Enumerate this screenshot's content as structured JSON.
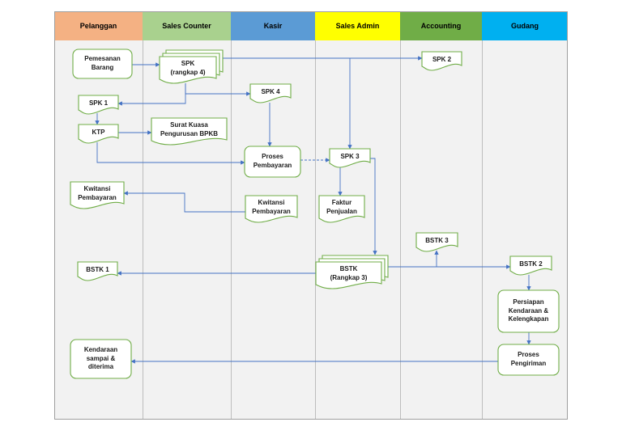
{
  "lanes": [
    {
      "id": "pelanggan",
      "label": "Pelanggan",
      "color": "#f4b183"
    },
    {
      "id": "sales_counter",
      "label": "Sales Counter",
      "color": "#a9d18e"
    },
    {
      "id": "kasir",
      "label": "Kasir",
      "color": "#5b9bd5"
    },
    {
      "id": "sales_admin",
      "label": "Sales Admin",
      "color": "#ffff00"
    },
    {
      "id": "accounting",
      "label": "Accounting",
      "color": "#70ad47"
    },
    {
      "id": "gudang",
      "label": "Gudang",
      "color": "#00b0f0"
    }
  ],
  "nodes": {
    "pemesanan": {
      "label": "Pemesanan\nBarang",
      "shape": "rounded"
    },
    "spk_rangkap4": {
      "label": "SPK\n(rangkap 4)",
      "shape": "multi-document"
    },
    "spk2": {
      "label": "SPK 2",
      "shape": "document"
    },
    "spk4": {
      "label": "SPK 4",
      "shape": "document"
    },
    "spk1": {
      "label": "SPK 1",
      "shape": "document"
    },
    "ktp": {
      "label": "KTP",
      "shape": "document"
    },
    "surat_kuasa": {
      "label": "Surat Kuasa\nPengurusan BPKB",
      "shape": "document"
    },
    "proses_pembayaran": {
      "label": "Proses\nPembayaran",
      "shape": "rounded"
    },
    "spk3": {
      "label": "SPK 3",
      "shape": "document"
    },
    "kwitansi_pelanggan": {
      "label": "Kwitansi\nPembayaran",
      "shape": "document"
    },
    "kwitansi_kasir": {
      "label": "Kwitansi\nPembayaran",
      "shape": "document"
    },
    "faktur": {
      "label": "Faktur\nPenjualan",
      "shape": "document"
    },
    "bstk3": {
      "label": "BSTK 3",
      "shape": "document"
    },
    "bstk_rangkap3": {
      "label": "BSTK\n(Rangkap 3)",
      "shape": "multi-document"
    },
    "bstk1": {
      "label": "BSTK 1",
      "shape": "document"
    },
    "bstk2": {
      "label": "BSTK 2",
      "shape": "document"
    },
    "persiapan": {
      "label": "Persiapan\nKendaraan &\nKelengkapan",
      "shape": "rounded"
    },
    "proses_pengiriman": {
      "label": "Proses\nPengiriman",
      "shape": "rounded"
    },
    "kendaraan": {
      "label": "Kendaraan\nsampai &\nditerima",
      "shape": "rounded"
    }
  },
  "edges": [
    {
      "from": "pemesanan",
      "to": "spk_rangkap4",
      "style": "solid"
    },
    {
      "from": "spk_rangkap4",
      "to": "spk2",
      "style": "solid"
    },
    {
      "from": "spk_rangkap4",
      "to": "spk4",
      "style": "solid"
    },
    {
      "from": "spk_rangkap4",
      "to": "spk1",
      "style": "solid"
    },
    {
      "from": "spk_rangkap4",
      "to": "spk3",
      "style": "solid"
    },
    {
      "from": "spk1",
      "to": "ktp",
      "style": "solid"
    },
    {
      "from": "ktp",
      "to": "surat_kuasa",
      "style": "solid"
    },
    {
      "from": "ktp",
      "to": "proses_pembayaran",
      "style": "solid"
    },
    {
      "from": "spk4",
      "to": "proses_pembayaran",
      "style": "solid"
    },
    {
      "from": "proses_pembayaran",
      "to": "spk3",
      "style": "dashed"
    },
    {
      "from": "kwitansi_kasir",
      "to": "kwitansi_pelanggan",
      "style": "solid"
    },
    {
      "from": "spk3",
      "to": "faktur",
      "style": "solid"
    },
    {
      "from": "spk3",
      "to": "bstk_rangkap3",
      "style": "solid"
    },
    {
      "from": "bstk_rangkap3",
      "to": "bstk1",
      "style": "solid"
    },
    {
      "from": "bstk_rangkap3",
      "to": "bstk3",
      "style": "solid"
    },
    {
      "from": "bstk_rangkap3",
      "to": "bstk2",
      "style": "solid"
    },
    {
      "from": "bstk2",
      "to": "persiapan",
      "style": "solid"
    },
    {
      "from": "persiapan",
      "to": "proses_pengiriman",
      "style": "solid"
    },
    {
      "from": "proses_pengiriman",
      "to": "kendaraan",
      "style": "solid"
    }
  ],
  "colors": {
    "lane_body": "#f2f2f2",
    "node_fill": "#ffffff",
    "node_stroke": "#70ad47",
    "edge": "#4472c4"
  }
}
